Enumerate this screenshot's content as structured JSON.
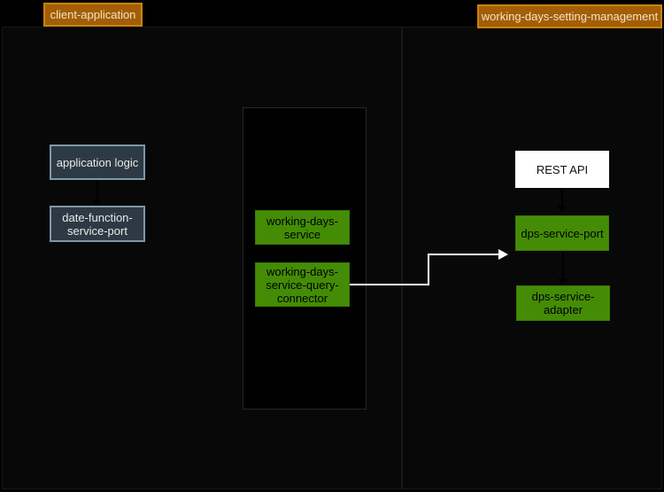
{
  "diagram": {
    "title_note": "hexagonal architecture diagram",
    "boundaries": {
      "client": {
        "label": "client-application"
      },
      "working_days_setting_management": {
        "label": "working-days-setting-management"
      }
    },
    "nodes": {
      "application_logic": {
        "label": "application logic"
      },
      "date_function_service_port": {
        "label": "date-function-\nservice-port"
      },
      "working_days_service": {
        "label": "working-days-\nservice"
      },
      "working_days_service_query_connector": {
        "label": "working-days-\nservice-query-\nconnector"
      },
      "rest_api": {
        "label": "REST API"
      },
      "dps_service_port": {
        "label": "dps-service-port"
      },
      "dps_service_adapter": {
        "label": "dps-service-\nadapter"
      }
    },
    "connectors": {
      "query_to_port": {
        "from": "working-days-service-query-connector",
        "to": "dps-service-port"
      }
    },
    "colors": {
      "background": "#000000",
      "boundary_fill": "#080808",
      "boundary_border": "#181818",
      "container_border": "#262626",
      "orange_fill": "#a35e06",
      "orange_border": "#c9830d",
      "orange_text": "#f3e4c4",
      "slate_fill": "#2d3a45",
      "slate_border": "#7e98a6",
      "green_fill": "#448c06",
      "green_border": "#3b7a05",
      "white_fill": "#ffffff",
      "connector": "#ffffff",
      "hidden_arrow": "#000000"
    }
  }
}
